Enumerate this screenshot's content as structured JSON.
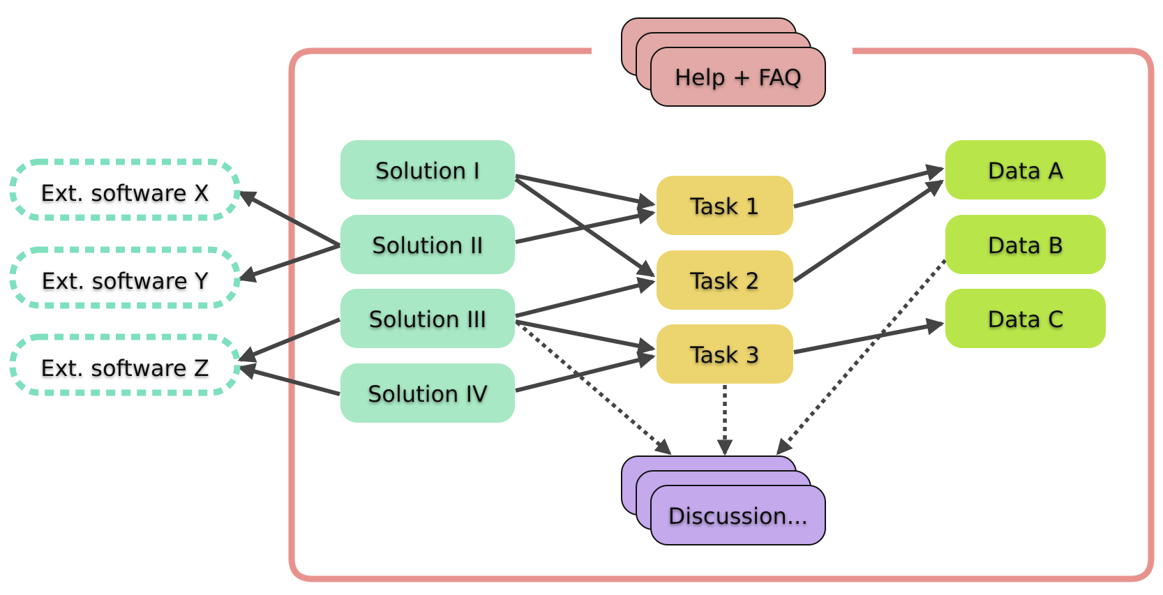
{
  "colors": {
    "frame": "#e8928e",
    "solution_fill": "#a8e8c4",
    "task_fill": "#ecd56e",
    "data_fill": "#b8e64a",
    "external_border": "#7ee0bd",
    "help_fill": "#e2a9a6",
    "discussion_fill": "#c4a9ec",
    "arrow": "#444444",
    "text": "#111111"
  },
  "nodes": {
    "ext_x": {
      "label": "Ext. software X"
    },
    "ext_y": {
      "label": "Ext. software Y"
    },
    "ext_z": {
      "label": "Ext. software Z"
    },
    "sol_1": {
      "label": "Solution I"
    },
    "sol_2": {
      "label": "Solution II"
    },
    "sol_3": {
      "label": "Solution III"
    },
    "sol_4": {
      "label": "Solution IV"
    },
    "task_1": {
      "label": "Task 1"
    },
    "task_2": {
      "label": "Task 2"
    },
    "task_3": {
      "label": "Task 3"
    },
    "data_a": {
      "label": "Data A"
    },
    "data_b": {
      "label": "Data B"
    },
    "data_c": {
      "label": "Data C"
    },
    "help": {
      "label": "Help + FAQ"
    },
    "discussion": {
      "label": "Discussion..."
    }
  },
  "edges": [
    {
      "from": "sol_2",
      "to": "ext_x",
      "style": "solid"
    },
    {
      "from": "sol_2",
      "to": "ext_y",
      "style": "solid"
    },
    {
      "from": "sol_3",
      "to": "ext_z",
      "style": "solid"
    },
    {
      "from": "sol_4",
      "to": "ext_z",
      "style": "solid"
    },
    {
      "from": "sol_1",
      "to": "task_1",
      "style": "solid"
    },
    {
      "from": "sol_1",
      "to": "task_2",
      "style": "solid"
    },
    {
      "from": "sol_2",
      "to": "task_1",
      "style": "solid"
    },
    {
      "from": "sol_3",
      "to": "task_2",
      "style": "solid"
    },
    {
      "from": "sol_3",
      "to": "task_3",
      "style": "solid"
    },
    {
      "from": "sol_4",
      "to": "task_3",
      "style": "solid"
    },
    {
      "from": "task_1",
      "to": "data_a",
      "style": "solid"
    },
    {
      "from": "task_2",
      "to": "data_a",
      "style": "solid"
    },
    {
      "from": "task_3",
      "to": "data_c",
      "style": "solid"
    },
    {
      "from": "sol_3",
      "to": "discussion",
      "style": "dotted"
    },
    {
      "from": "task_3",
      "to": "discussion",
      "style": "dotted"
    },
    {
      "from": "data_b",
      "to": "discussion",
      "style": "dotted"
    }
  ]
}
